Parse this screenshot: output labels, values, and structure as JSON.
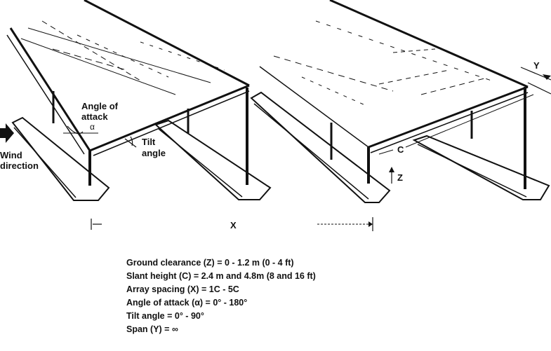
{
  "labels": {
    "angle_of_attack_line1": "Angle of",
    "angle_of_attack_line2": "attack",
    "alpha_symbol": "α",
    "wind_line1": "Wind",
    "wind_line2": "direction",
    "tilt_line1": "Tilt",
    "tilt_line2": "angle",
    "x_label": "X",
    "y_label": "Y",
    "c_label": "C",
    "z_label": "Z"
  },
  "parameters": [
    "Ground clearance (Z) = 0 - 1.2 m (0 - 4 ft)",
    "Slant height (C) = 2.4 m and 4.8m (8 and 16 ft)",
    "Array spacing (X) = 1C - 5C",
    "Angle of attack (α) = 0° - 180°",
    "Tilt angle = 0° - 90°",
    "Span (Y) = ∞"
  ]
}
